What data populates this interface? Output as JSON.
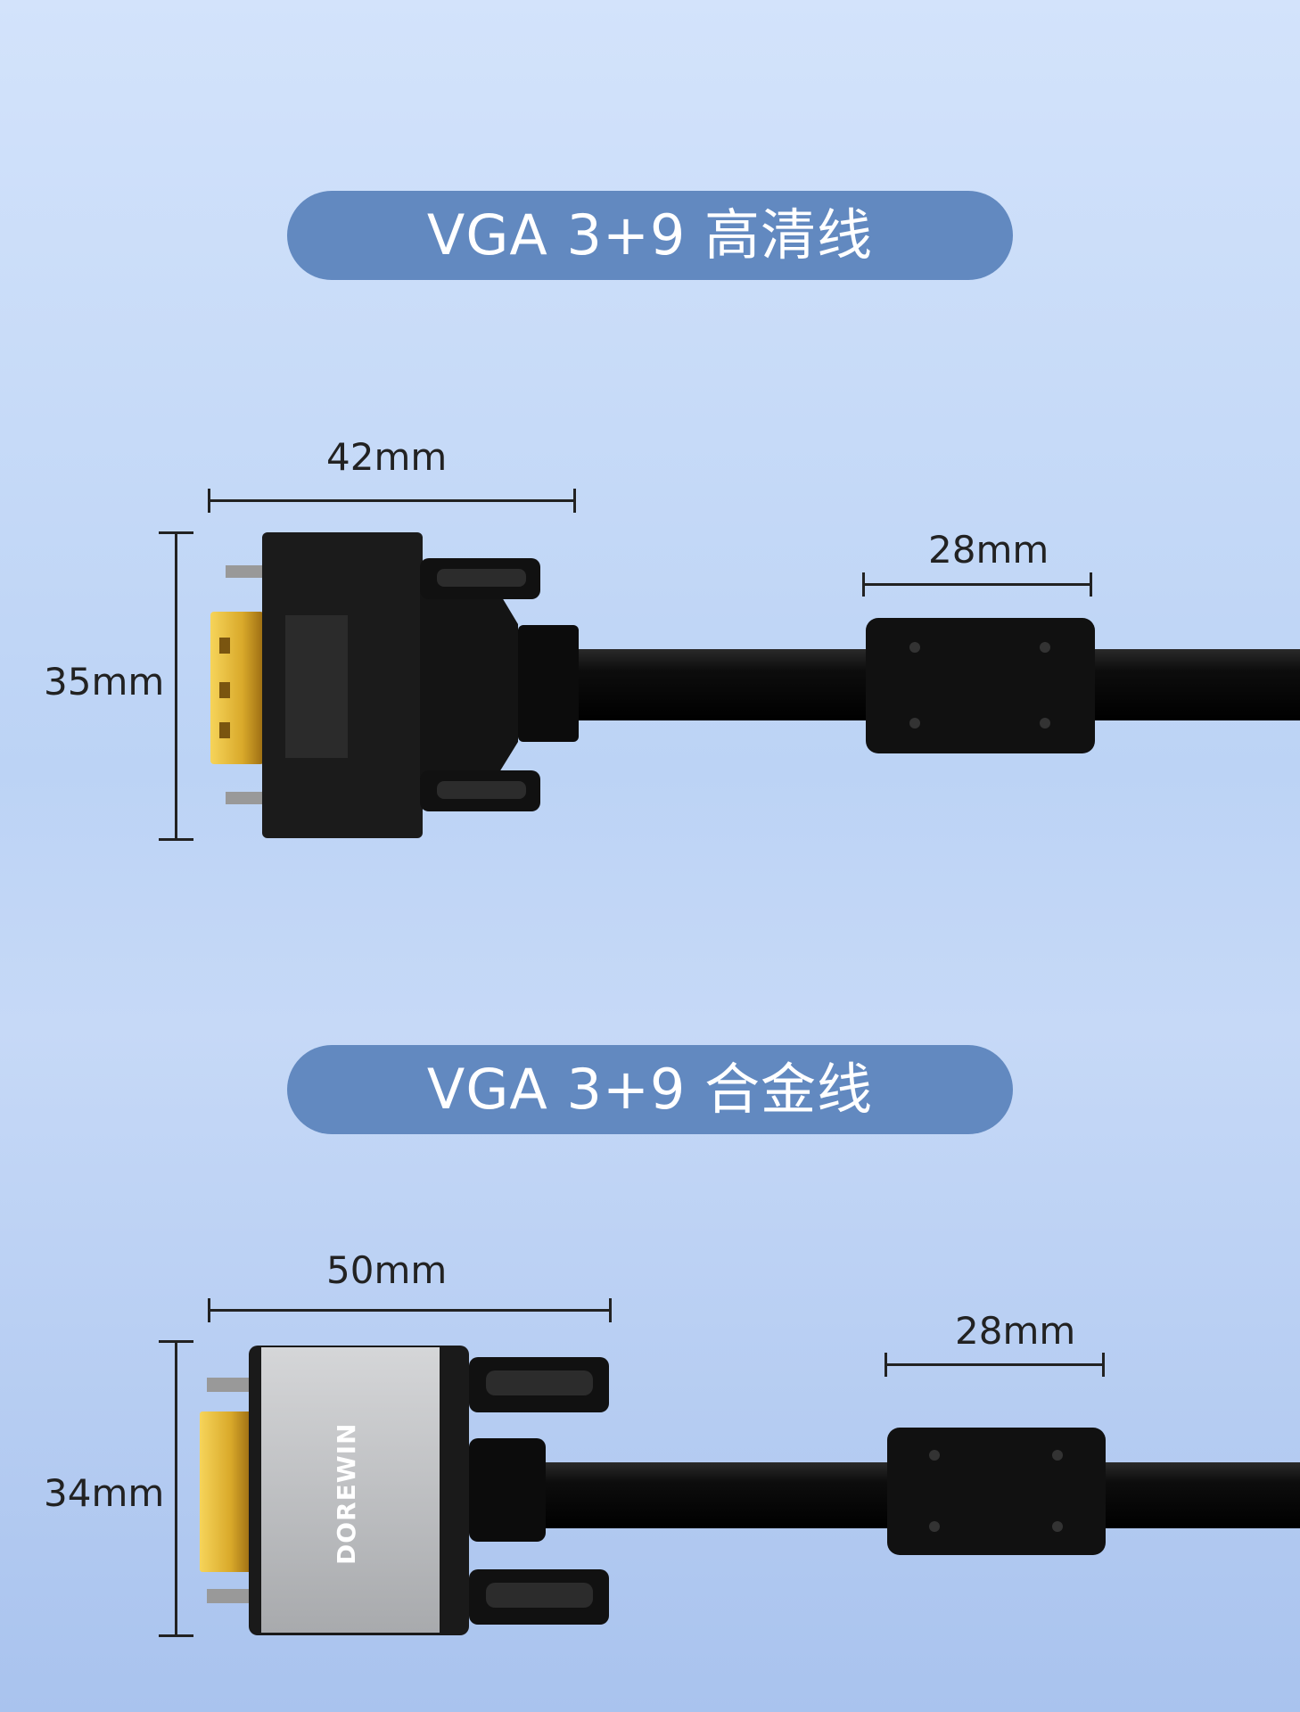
{
  "sections": [
    {
      "title": "VGA 3+9 高清线",
      "connector_length": "42mm",
      "connector_height": "35mm",
      "ferrite_length": "28mm"
    },
    {
      "title": "VGA 3+9 合金线",
      "connector_length": "50mm",
      "connector_height": "34mm",
      "ferrite_length": "28mm",
      "brand_logo": "DOREWIN"
    }
  ],
  "colors": {
    "pill": "#6289c0",
    "cable": "#111111",
    "gold": "#e0b43a",
    "alloy": "#b5b7ba"
  }
}
